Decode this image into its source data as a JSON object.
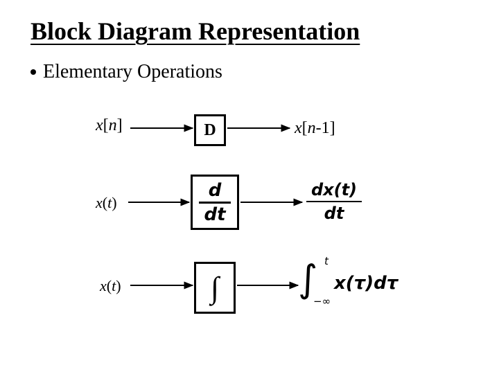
{
  "slide": {
    "title": "Block Diagram Representation",
    "bullet": "Elementary Operations"
  },
  "rows": [
    {
      "input": {
        "v": "x",
        "l": "[",
        "a": "n",
        "r": "]"
      },
      "block": "D",
      "output": {
        "v": "x",
        "l": "[",
        "a": "n",
        "r": "-1]"
      }
    },
    {
      "input": {
        "v": "x",
        "l": "(",
        "a": "t",
        "r": ")"
      },
      "block": {
        "num": "d",
        "den": "dt"
      },
      "output": {
        "num": "dx(t)",
        "den": "dt"
      }
    },
    {
      "input": {
        "v": "x",
        "l": "(",
        "a": "t",
        "r": ")"
      },
      "block": "∫",
      "output": {
        "symbol": "∫",
        "upper": "t",
        "lower": "−∞",
        "body": "x(τ)dτ"
      }
    }
  ]
}
